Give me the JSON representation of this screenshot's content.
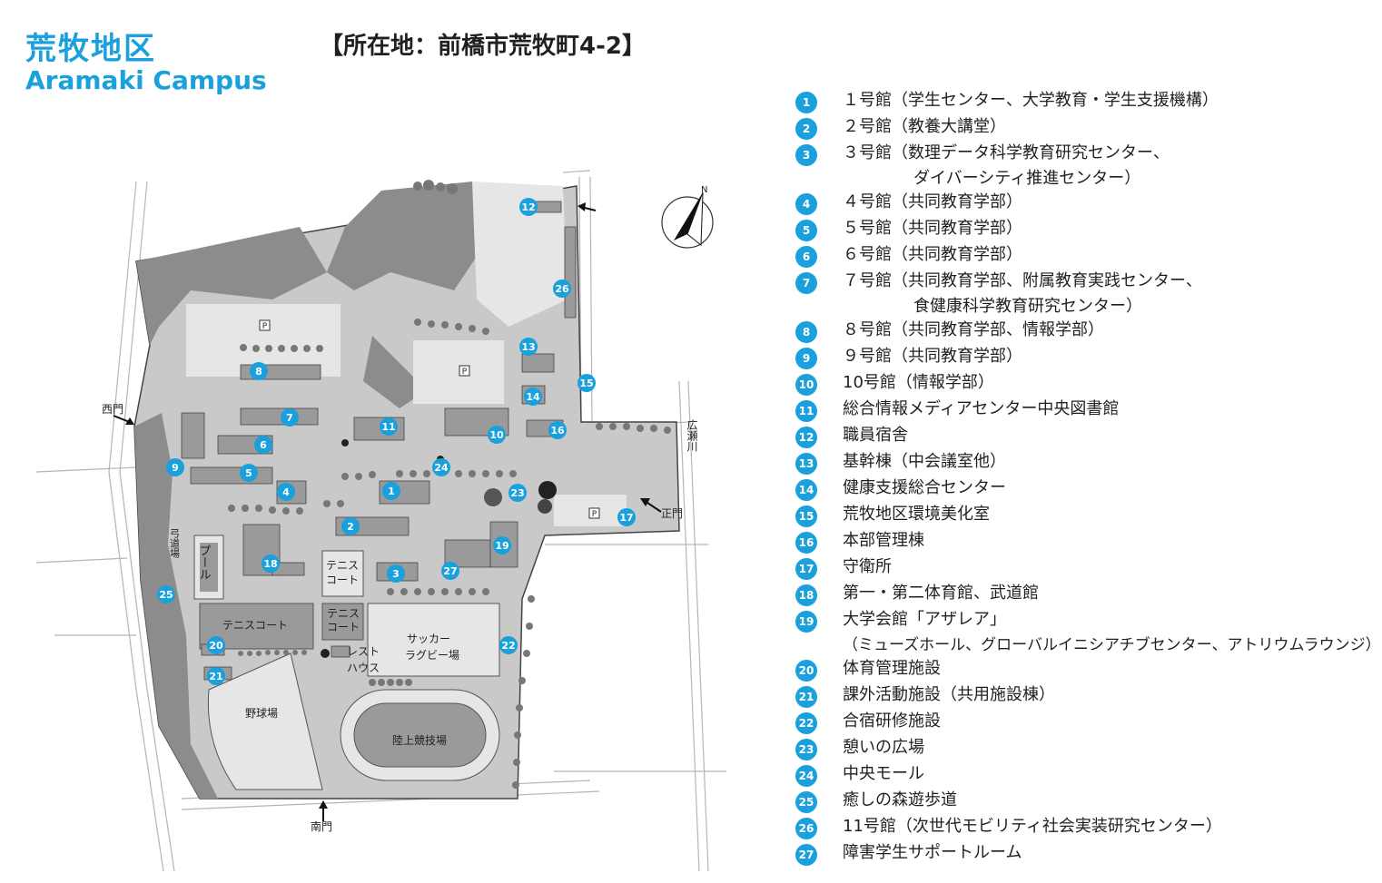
{
  "header": {
    "title_jp": "荒牧地区",
    "title_en": "Aramaki Campus",
    "address": "【所在地：前橋市荒牧町4-2】"
  },
  "map_labels": {
    "west_gate": "西門",
    "south_gate": "南門",
    "main_gate": "正門",
    "river": "広瀬川",
    "archery": "弓道場",
    "pool": "プール",
    "tennis_court_1a": "テニス",
    "tennis_court_1b": "コート",
    "tennis_court_2a": "テニス",
    "tennis_court_2b": "コート",
    "tennis_court_wide": "テニスコート",
    "rest_house_a": "レスト",
    "rest_house_b": "ハウス",
    "soccer_a": "サッカー",
    "soccer_b": "ラグビー場",
    "baseball": "野球場",
    "track": "陸上競技場",
    "parking": "P",
    "compass": "N"
  },
  "colors": {
    "accent": "#1aa0dc",
    "woods": "#8c8c8c",
    "campus": "#c9c9c9",
    "field_light": "#e6e6e6",
    "building": "#9a9a9a"
  },
  "legend": [
    {
      "num": "1",
      "label": "１号館（学生センター、大学教育・学生支援機構）"
    },
    {
      "num": "2",
      "label": "２号館（教養大講堂）"
    },
    {
      "num": "3",
      "label": "３号館（数理データ科学教育研究センター、",
      "label2": "ダイバーシティ推進センター）"
    },
    {
      "num": "4",
      "label": "４号館（共同教育学部）"
    },
    {
      "num": "5",
      "label": "５号館（共同教育学部）"
    },
    {
      "num": "6",
      "label": "６号館（共同教育学部）"
    },
    {
      "num": "7",
      "label": "７号館（共同教育学部、附属教育実践センター、",
      "label2": "食健康科学教育研究センター）"
    },
    {
      "num": "8",
      "label": "８号館（共同教育学部、情報学部）"
    },
    {
      "num": "9",
      "label": "９号館（共同教育学部）"
    },
    {
      "num": "10",
      "label": "10号館（情報学部）"
    },
    {
      "num": "11",
      "label": "総合情報メディアセンター中央図書館"
    },
    {
      "num": "12",
      "label": "職員宿舎"
    },
    {
      "num": "13",
      "label": "基幹棟（中会議室他）"
    },
    {
      "num": "14",
      "label": "健康支援総合センター"
    },
    {
      "num": "15",
      "label": "荒牧地区環境美化室"
    },
    {
      "num": "16",
      "label": "本部管理棟"
    },
    {
      "num": "17",
      "label": "守衛所"
    },
    {
      "num": "18",
      "label": "第一・第二体育館、武道館"
    },
    {
      "num": "19",
      "label": "大学会館「アザレア」",
      "label2": "（ミューズホール、グローバルイニシアチブセンター、アトリウムラウンジ）"
    },
    {
      "num": "20",
      "label": "体育管理施設"
    },
    {
      "num": "21",
      "label": "課外活動施設（共用施設棟）"
    },
    {
      "num": "22",
      "label": "合宿研修施設"
    },
    {
      "num": "23",
      "label": "憩いの広場"
    },
    {
      "num": "24",
      "label": "中央モール"
    },
    {
      "num": "25",
      "label": "癒しの森遊歩道"
    },
    {
      "num": "26",
      "label": "11号館（次世代モビリティ社会実装研究センター）"
    },
    {
      "num": "27",
      "label": "障害学生サポートルーム"
    }
  ]
}
